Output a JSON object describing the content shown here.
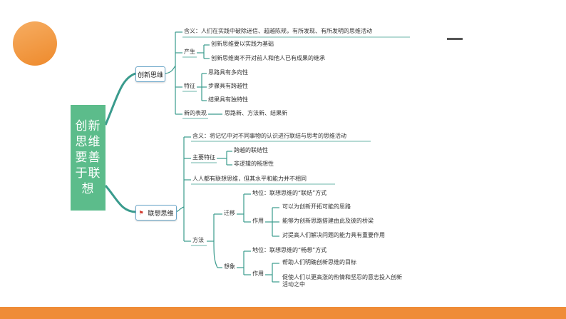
{
  "root": {
    "label": "创新思维要善于联想"
  },
  "branch1": {
    "label": "创新思维",
    "definition": "含义：人们在实践中破除迷信、超越陈规，有所发现、有所发明的思维活动",
    "origin": {
      "label": "产生",
      "items": [
        "创新思维要以实践为基础",
        "创新思维离不开对前人和他人已有成果的继承"
      ]
    },
    "features": {
      "label": "特征",
      "items": [
        "思路具有多向性",
        "步骤具有跨越性",
        "结果具有独特性"
      ]
    },
    "new_forms": {
      "label": "新的表现",
      "value": "思路新、方法新、结果新"
    }
  },
  "branch2": {
    "label": "联想思维",
    "flag_icon": "red-flag-icon",
    "definition": "含义：将记忆中对不同事物的认识进行联结与思考的思维活动",
    "main_features": {
      "label": "主要特征",
      "items": [
        "跨越的联结性",
        "非逻辑的畅想性"
      ]
    },
    "note": "人人都有联想思维，但其水平和能力并不相同",
    "methods": {
      "label": "方法",
      "transfer": {
        "label": "迁移",
        "position": "地位：联想思维的“联结”方式",
        "effect_label": "作用",
        "effects": [
          "可以为创新开拓可能的思路",
          "能够为创新思路搭建由此及彼的桥梁",
          "对提高人们解决问题的能力具有重要作用"
        ]
      },
      "imagination": {
        "label": "想象",
        "position": "地位：联想思维的“畅想”方式",
        "effect_label": "作用",
        "effects": [
          "帮助人们明确创新思维的目标",
          "促使人们以更高涨的热情和坚忍的意志投入创新活动之中"
        ]
      }
    }
  },
  "colors": {
    "root_bg": "#5cbc8b",
    "connector": "#3a9b8d",
    "accent_orange": "#ef8c37",
    "branch_border": "#6aa6c9",
    "flag": "#d23b2f"
  }
}
